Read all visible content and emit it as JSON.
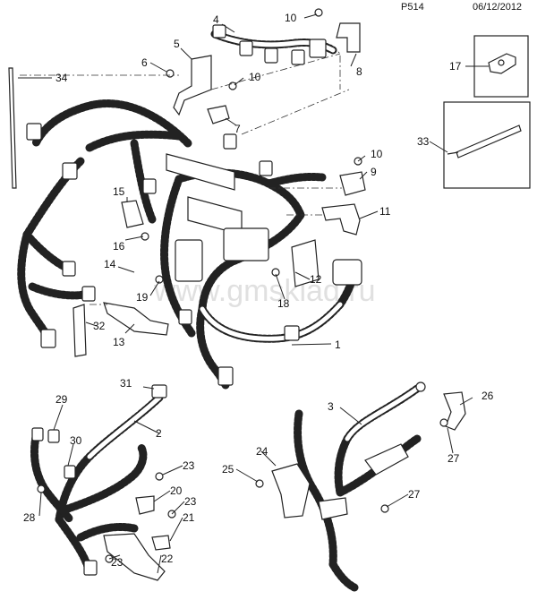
{
  "header": {
    "page_code": "P514",
    "date": "06/12/2012"
  },
  "watermark": "www.gmsklad.ru",
  "callouts": [
    "1",
    "2",
    "3",
    "4",
    "5",
    "6",
    "7",
    "8",
    "9",
    "10",
    "11",
    "12",
    "13",
    "14",
    "15",
    "16",
    "17",
    "18",
    "19",
    "20",
    "21",
    "22",
    "23",
    "24",
    "25",
    "26",
    "27",
    "28",
    "29",
    "30",
    "31",
    "32",
    "33",
    "34"
  ],
  "icons": [
    "wiring-harness-icon",
    "connector-icon",
    "bracket-icon",
    "bolt-icon",
    "cable-tie-icon",
    "clip-icon"
  ]
}
